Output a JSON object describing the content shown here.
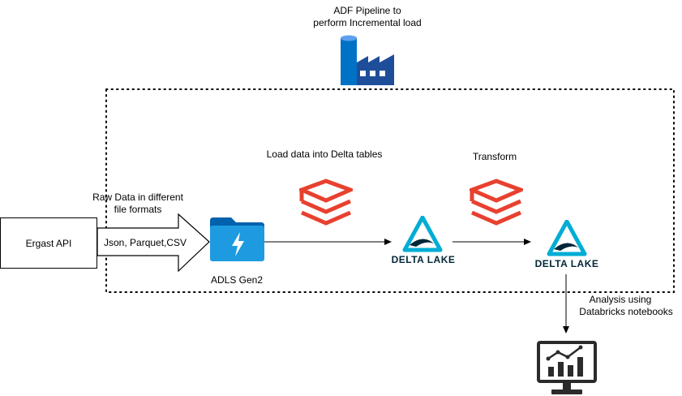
{
  "adf": {
    "line1": "ADF Pipeline to",
    "line2": "perform Incremental load",
    "icon": "data-factory-icon"
  },
  "source": {
    "label": "Ergast API"
  },
  "raw": {
    "line1": "Raw Data in different",
    "line2": "file formats",
    "formats": "Json, Parquet,CSV"
  },
  "adls": {
    "label": "ADLS Gen2",
    "icon": "adls-gen2-icon"
  },
  "load": {
    "label": "Load data into Delta tables",
    "icon": "databricks-icon"
  },
  "transform": {
    "label": "Transform",
    "icon": "databricks-icon"
  },
  "delta1": {
    "label": "DELTA LAKE",
    "icon": "delta-lake-icon"
  },
  "delta2": {
    "label": "DELTA LAKE",
    "icon": "delta-lake-icon"
  },
  "analysis": {
    "line1": "Analysis using",
    "line2": "Databricks notebooks",
    "icon": "dashboard-monitor-icon"
  },
  "colors": {
    "azure_blue": "#0072C6",
    "databricks_red": "#E8412F",
    "delta_teal": "#00ADD4",
    "delta_navy": "#002638"
  }
}
